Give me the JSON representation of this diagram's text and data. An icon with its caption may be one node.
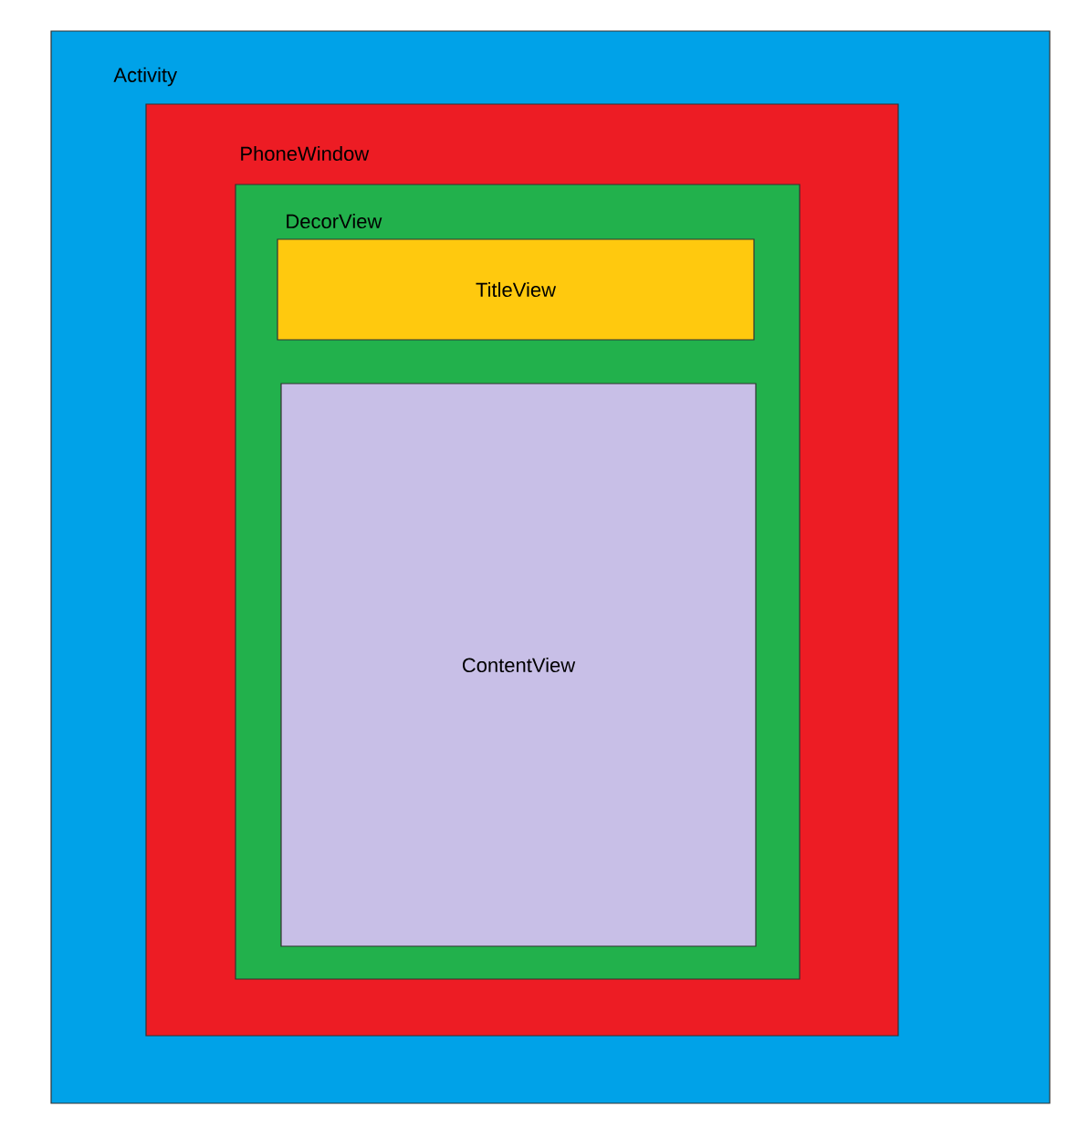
{
  "diagram": {
    "nodes": [
      {
        "text": [
          "Activity"
        ]
      },
      {
        "text": [
          "PhoneWindow"
        ],
        "in": 0
      },
      {
        "text": [
          "DecorView"
        ],
        "in": 1
      },
      {
        "text": [
          "TitleView"
        ],
        "in": 2
      },
      {
        "text": [
          "ContentView"
        ],
        "in": 2
      }
    ]
  }
}
